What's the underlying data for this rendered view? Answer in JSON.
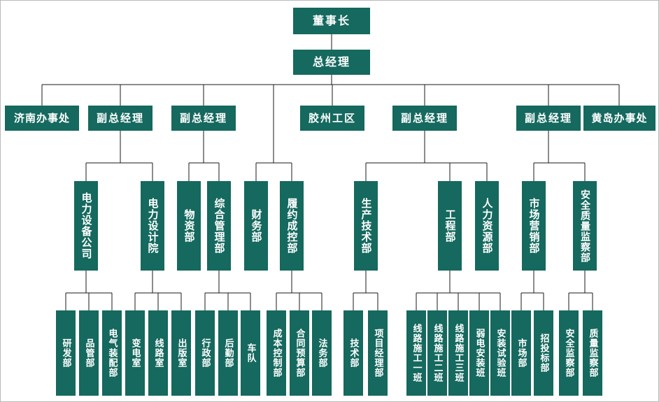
{
  "colors": {
    "box_fill": "#15695E",
    "box_text": "#FFFFFF",
    "connector_line": "#1A1A1A",
    "background": "#FFFFFF"
  },
  "nodes": {
    "chairman": "董事长",
    "general_manager": "总经理",
    "jinan_office": "济南办事处",
    "deputy_gm_1": "副总经理",
    "deputy_gm_2": "副总经理",
    "jiaozhou_area": "胶州工区",
    "deputy_gm_3": "副总经理",
    "deputy_gm_4": "副总经理",
    "huangdao_office": "黄岛办事处",
    "power_equipment_co": "电力设备公司",
    "power_design_inst": "电力设计院",
    "materials_dept": "物资部",
    "general_mgmt_dept": "综合管理部",
    "finance_dept": "财务部",
    "contract_cost_dept": "履约成控部",
    "production_tech_dept": "生产技术部",
    "engineering_dept": "工程部",
    "hr_dept": "人力资源部",
    "marketing_dept": "市场营销部",
    "safety_quality_dept": "安全质量监察部",
    "rnd_dept": "研发部",
    "quality_control_dept": "品管部",
    "electrical_assembly_dept": "电气装配部",
    "substation_office": "变电室",
    "line_office": "线路室",
    "publishing_office": "出版室",
    "admin_dept": "行政部",
    "logistics_dept": "后勤部",
    "motorcade": "车队",
    "cost_control_dept": "成本控制部",
    "contract_budget_dept": "合同预算部",
    "legal_dept": "法务部",
    "technology_dept": "技术部",
    "project_manager_dept": "项目经理部",
    "line_team_1": "线路施工一班",
    "line_team_2": "线路施工二班",
    "line_team_3": "线路施工三班",
    "weak_current_team": "弱电安装班",
    "installation_test_team": "安装试验班",
    "market_dept": "市场部",
    "bidding_dept": "招投标部",
    "safety_inspection_dept": "安全监察部",
    "quality_inspection_dept": "质量监察部"
  },
  "hierarchy": {
    "chairman": [
      "general_manager"
    ],
    "general_manager": [
      "jinan_office",
      "deputy_gm_1",
      "deputy_gm_2",
      "finance_dept",
      "contract_cost_dept",
      "jiaozhou_area",
      "deputy_gm_3",
      "deputy_gm_4",
      "huangdao_office"
    ],
    "deputy_gm_1": [
      "power_equipment_co",
      "power_design_inst"
    ],
    "deputy_gm_2": [
      "materials_dept",
      "general_mgmt_dept"
    ],
    "deputy_gm_3": [
      "production_tech_dept",
      "engineering_dept",
      "hr_dept"
    ],
    "deputy_gm_4": [
      "marketing_dept",
      "safety_quality_dept"
    ],
    "power_equipment_co": [
      "rnd_dept",
      "quality_control_dept",
      "electrical_assembly_dept"
    ],
    "power_design_inst": [
      "substation_office",
      "line_office",
      "publishing_office"
    ],
    "general_mgmt_dept": [
      "admin_dept",
      "logistics_dept",
      "motorcade"
    ],
    "contract_cost_dept": [
      "cost_control_dept",
      "contract_budget_dept",
      "legal_dept"
    ],
    "production_tech_dept": [
      "technology_dept",
      "project_manager_dept"
    ],
    "engineering_dept": [
      "line_team_1",
      "line_team_2",
      "line_team_3",
      "weak_current_team",
      "installation_test_team"
    ],
    "marketing_dept": [
      "market_dept",
      "bidding_dept"
    ],
    "safety_quality_dept": [
      "safety_inspection_dept",
      "quality_inspection_dept"
    ]
  }
}
